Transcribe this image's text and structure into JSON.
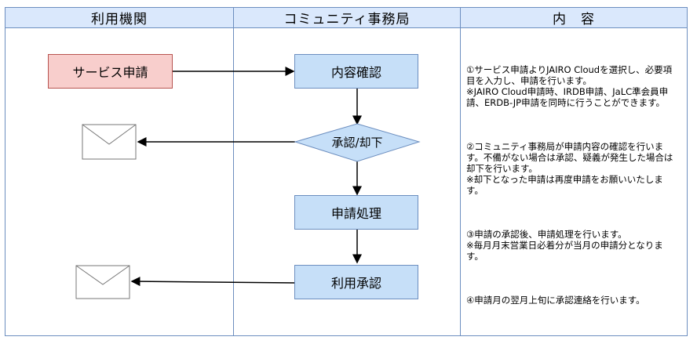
{
  "headers": {
    "col1": "利用機関",
    "col2": "コミュニティ事務局",
    "col3": "内　容"
  },
  "nodes": {
    "service_request": "サービス申請",
    "content_check": "内容確認",
    "approve_reject": "承認/却下",
    "request_processing": "申請処理",
    "usage_approval": "利用承認"
  },
  "notes": [
    "①サービス申請よりJAIRO Cloudを選択し、必要項目を入力し、申請を行います。\n※JAIRO Cloud申請時、IRDB申請、JaLC準会員申請、ERDB-JP申請を同時に行うことができます。",
    "②コミュニティ事務局が申請内容の確認を行います。不備がない場合は承認、疑義が発生した場合は却下を行います。\n※却下となった申請は再度申請をお願いいたします。",
    "③申請の承認後、申請処理を行います。\n※毎月月末営業日必着分が当月の申請分となります。",
    "④申請月の翌月上旬に承認連絡を行います。"
  ],
  "colors": {
    "header_fill": "#dae8fc",
    "border": "#6c8ebf",
    "request_fill": "#f8cecc",
    "request_border": "#b85450",
    "process_fill": "#c6dff8"
  },
  "icons": [
    "envelope-icon",
    "envelope-icon"
  ]
}
